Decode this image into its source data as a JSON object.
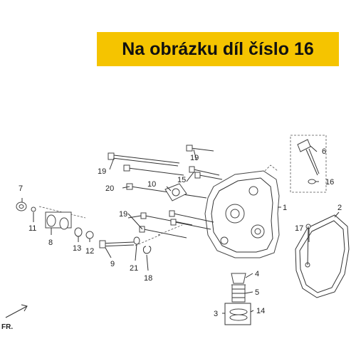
{
  "banner": {
    "text": "Na obrázku díl číslo 16",
    "color": "#f5c400"
  },
  "callouts": {
    "c1": "1",
    "c2": "2",
    "c3": "3",
    "c4": "4",
    "c5": "5",
    "c6": "6",
    "c7": "7",
    "c8": "8",
    "c9": "9",
    "c10": "10",
    "c11": "11",
    "c12": "12",
    "c13": "13",
    "c14": "14",
    "c15": "15",
    "c16": "16",
    "c17": "17",
    "c18": "18",
    "c19a": "19",
    "c19b": "19",
    "c19c": "19",
    "c20": "20",
    "c21": "21"
  },
  "direction_label": "FR."
}
